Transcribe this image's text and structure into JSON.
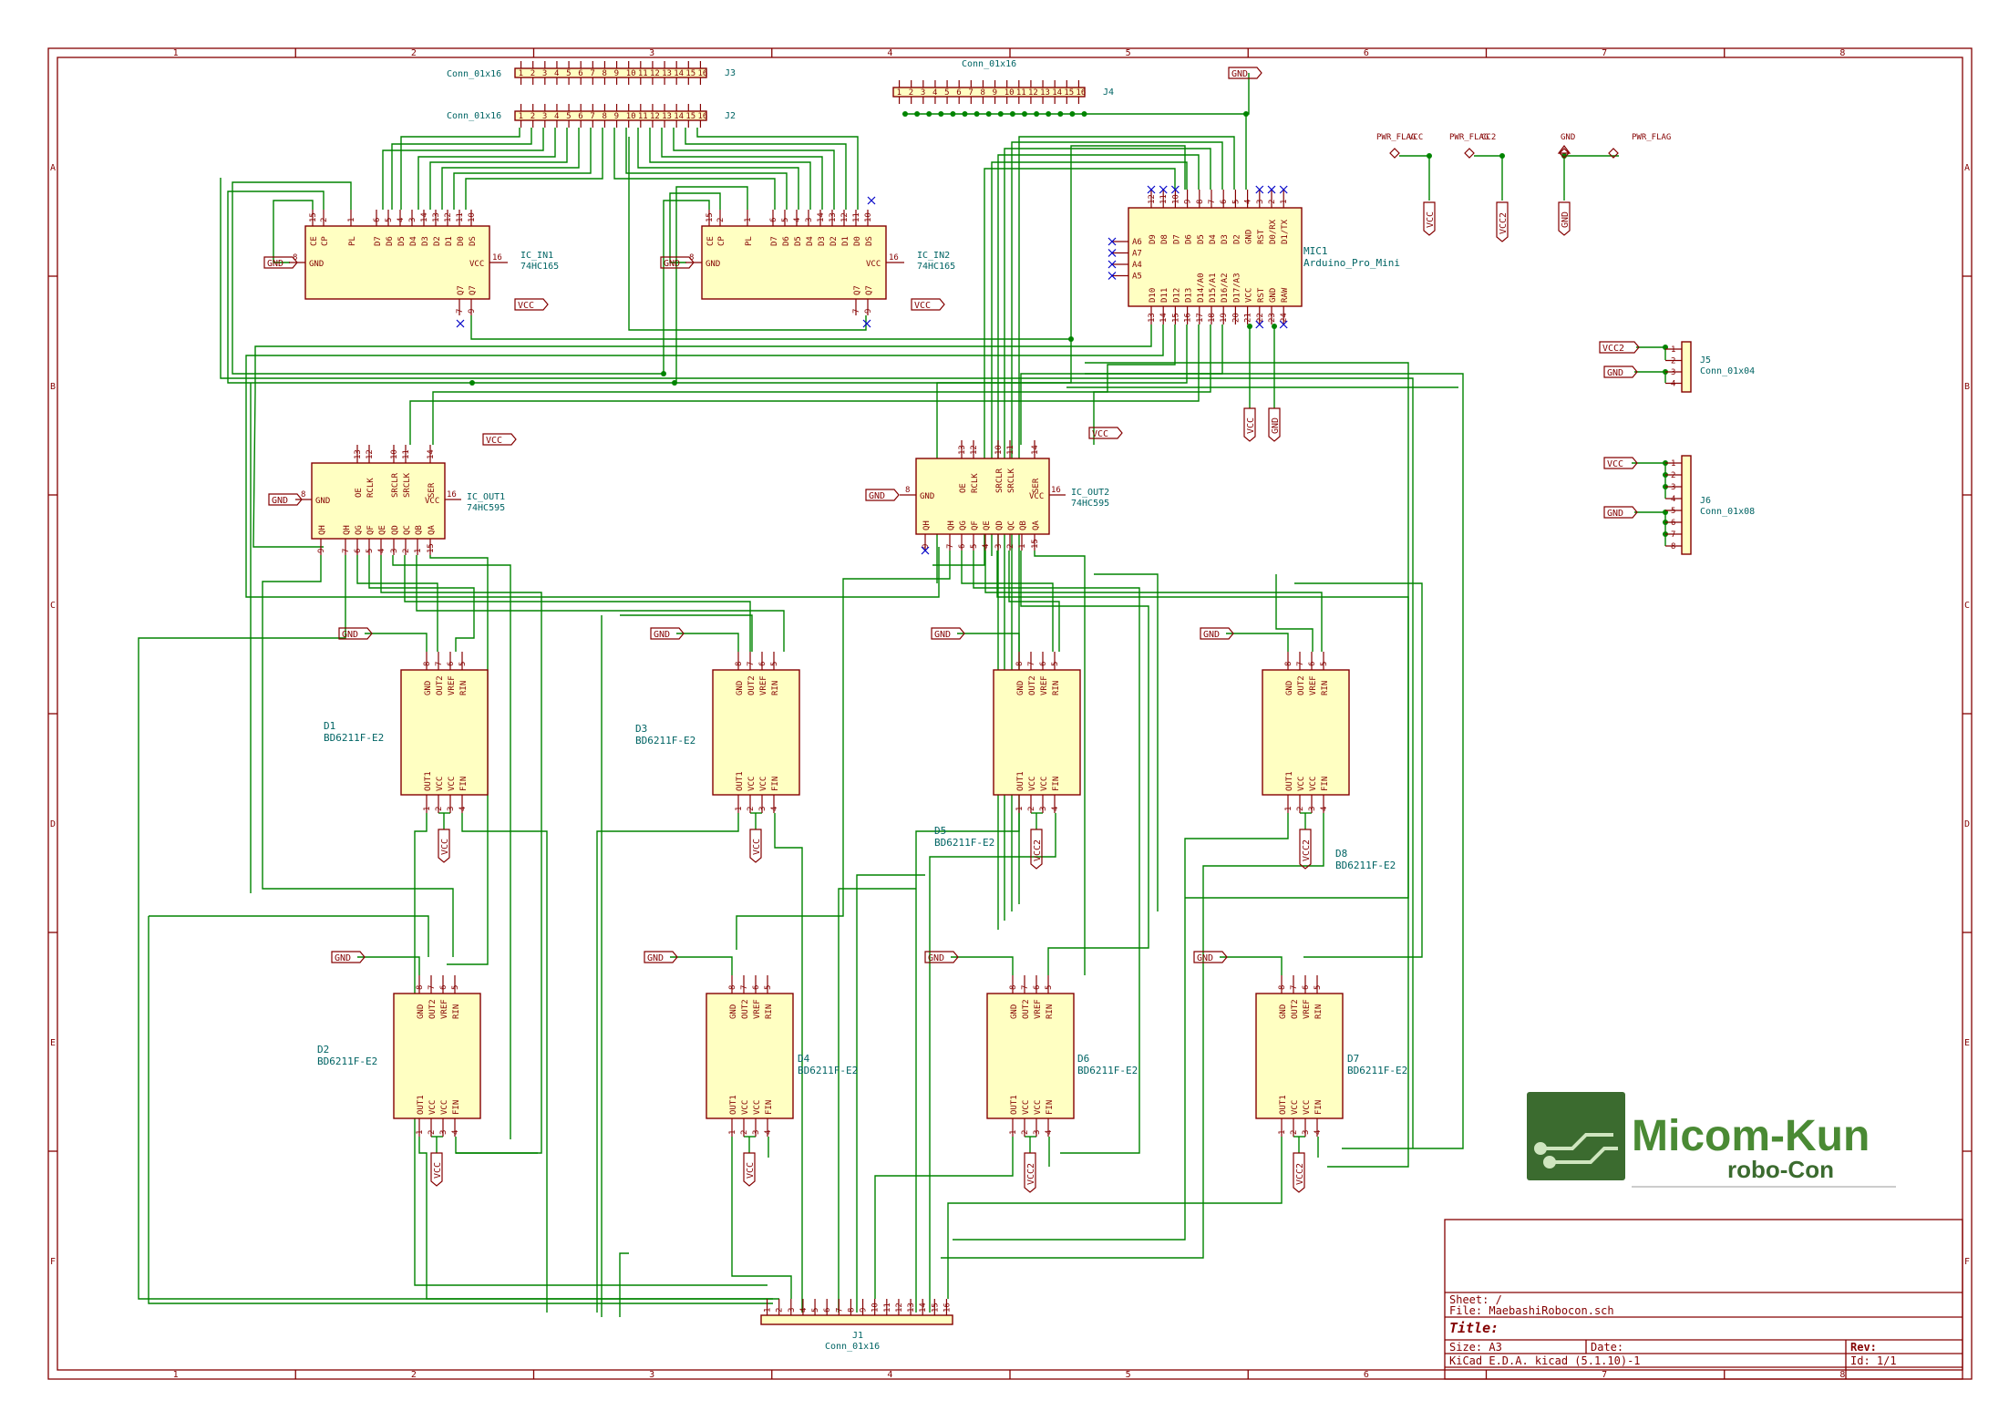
{
  "sheet": {
    "columns": [
      "1",
      "2",
      "3",
      "4",
      "5",
      "6",
      "7",
      "8"
    ],
    "rows": [
      "A",
      "B",
      "C",
      "D",
      "E",
      "F"
    ]
  },
  "title_block": {
    "sheet": "Sheet: /",
    "file": "File: MaebashiRobocon.sch",
    "title": "Title:",
    "size": "Size: A3",
    "date": "Date:",
    "rev": "Rev:",
    "tool": "KiCad E.D.A.  kicad (5.1.10)-1",
    "id": "Id: 1/1"
  },
  "logo": {
    "name": "Micom-Kun",
    "subtitle": "robo-Con",
    "colors": {
      "dark": "#3b6b2f",
      "mid": "#5e9a3c",
      "light": "#cfe5bf"
    }
  },
  "connectors": {
    "J3": {
      "ref": "J3",
      "value": "Conn_01x16"
    },
    "J2": {
      "ref": "J2",
      "value": "Conn_01x16"
    },
    "J4": {
      "ref": "J4",
      "value": "Conn_01x16"
    },
    "J1": {
      "ref": "J1",
      "value": "Conn_01x16"
    },
    "J5": {
      "ref": "J5",
      "value": "Conn_01x04"
    },
    "J6": {
      "ref": "J6",
      "value": "Conn_01x08"
    }
  },
  "pin_numbers_16": [
    "1",
    "2",
    "3",
    "4",
    "5",
    "6",
    "7",
    "8",
    "9",
    "10",
    "11",
    "12",
    "13",
    "14",
    "15",
    "16"
  ],
  "ics": {
    "in1": {
      "ref": "IC_IN1",
      "value": "74HC165",
      "top_pins": [
        "15",
        "2",
        "1",
        "6",
        "5",
        "4",
        "3",
        "14",
        "13",
        "12",
        "11",
        "10"
      ],
      "top_labels": [
        "CE",
        "CP",
        "PL",
        "D7",
        "D6",
        "D5",
        "D4",
        "D3",
        "D2",
        "D1",
        "D0",
        "DS"
      ],
      "left_pin": "8",
      "left_label": "GND",
      "right_pin": "16",
      "right_label": "VCC",
      "bottom_pins": [
        "7",
        "9"
      ],
      "bottom_labels": [
        "Q7",
        "Q7"
      ]
    },
    "in2": {
      "ref": "IC_IN2",
      "value": "74HC165",
      "top_pins": [
        "15",
        "2",
        "1",
        "6",
        "5",
        "4",
        "3",
        "14",
        "13",
        "12",
        "11",
        "10"
      ],
      "top_labels": [
        "CE",
        "CP",
        "PL",
        "D7",
        "D6",
        "D5",
        "D4",
        "D3",
        "D2",
        "D1",
        "D0",
        "DS"
      ],
      "left_pin": "8",
      "left_label": "GND",
      "right_pin": "16",
      "right_label": "VCC",
      "bottom_pins": [
        "7",
        "9"
      ],
      "bottom_labels": [
        "Q7",
        "Q7"
      ]
    },
    "out1": {
      "ref": "IC_OUT1",
      "value": "74HC595",
      "top_pins": [
        "13",
        "12",
        "10",
        "11",
        "14"
      ],
      "top_labels": [
        "OE",
        "RCLK",
        "SRCLR",
        "SRCLK",
        "SER"
      ],
      "left_pin": "8",
      "left_label": "GND",
      "right_pin": "16",
      "right_label": "VCC",
      "bottom_pins": [
        "9",
        "7",
        "6",
        "5",
        "4",
        "3",
        "2",
        "1",
        "15"
      ],
      "bottom_labels": [
        "QH",
        "QH",
        "QG",
        "QF",
        "QE",
        "QD",
        "QC",
        "QB",
        "QA"
      ]
    },
    "out2": {
      "ref": "IC_OUT2",
      "value": "74HC595",
      "top_pins": [
        "13",
        "12",
        "10",
        "11",
        "14"
      ],
      "top_labels": [
        "OE",
        "RCLK",
        "SRCLR",
        "SRCLK",
        "SER"
      ],
      "left_pin": "8",
      "left_label": "GND",
      "right_pin": "16",
      "right_label": "VCC",
      "bottom_pins": [
        "9",
        "7",
        "6",
        "5",
        "4",
        "3",
        "2",
        "1",
        "15"
      ],
      "bottom_labels": [
        "QH",
        "QH",
        "QG",
        "QF",
        "QE",
        "QD",
        "QC",
        "QB",
        "QA"
      ]
    }
  },
  "mcu": {
    "ref": "MIC1",
    "value": "Arduino_Pro_Mini",
    "top_pins": [
      "12",
      "11",
      "10",
      "9",
      "8",
      "7",
      "6",
      "5",
      "4",
      "3",
      "2",
      "1"
    ],
    "top_labels": [
      "D9",
      "D8",
      "D7",
      "D6",
      "D5",
      "D4",
      "D3",
      "D2",
      "GND",
      "RST",
      "D0/RX",
      "D1/TX"
    ],
    "bottom_pins": [
      "13",
      "14",
      "15",
      "16",
      "17",
      "18",
      "19",
      "20",
      "21",
      "22",
      "23",
      "24"
    ],
    "bottom_labels": [
      "D10",
      "D11",
      "D12",
      "D13",
      "D14/A0",
      "D15/A1",
      "D16/A2",
      "D17/A3",
      "VCC",
      "RST",
      "GND",
      "RAW"
    ],
    "left_labels": [
      "A6",
      "A7",
      "A4",
      "A5"
    ]
  },
  "drivers": {
    "pins_top": [
      "8",
      "7",
      "6",
      "5"
    ],
    "labels_top": [
      "GND",
      "OUT2",
      "VREF",
      "RIN"
    ],
    "pins_bottom": [
      "1",
      "2",
      "3",
      "4"
    ],
    "labels_bottom": [
      "OUT1",
      "VCC",
      "VCC",
      "FIN"
    ],
    "list": [
      {
        "ref": "D1",
        "value": "BD6211F-E2",
        "vcc": "VCC"
      },
      {
        "ref": "D3",
        "value": "BD6211F-E2",
        "vcc": "VCC"
      },
      {
        "ref": "D5",
        "value": "BD6211F-E2",
        "vcc": "VCC2"
      },
      {
        "ref": "D8",
        "value": "BD6211F-E2",
        "vcc": "VCC2"
      },
      {
        "ref": "D2",
        "value": "BD6211F-E2",
        "vcc": "VCC"
      },
      {
        "ref": "D4",
        "value": "BD6211F-E2",
        "vcc": "VCC"
      },
      {
        "ref": "D6",
        "value": "BD6211F-E2",
        "vcc": "VCC2"
      },
      {
        "ref": "D7",
        "value": "BD6211F-E2",
        "vcc": "VCC2"
      }
    ]
  },
  "power": {
    "gnd": "GND",
    "vcc": "VCC",
    "vcc2": "VCC2",
    "flags": [
      "PWR_FLAG",
      "PWR_FLAG",
      "GND",
      "PWR_FLAG"
    ],
    "flag_nets": [
      "VCC",
      "VCC2",
      "GND"
    ]
  },
  "j5_pins": [
    "1",
    "2",
    "3",
    "4"
  ],
  "j6_pins": [
    "1",
    "2",
    "3",
    "4",
    "5",
    "6",
    "7",
    "8"
  ]
}
